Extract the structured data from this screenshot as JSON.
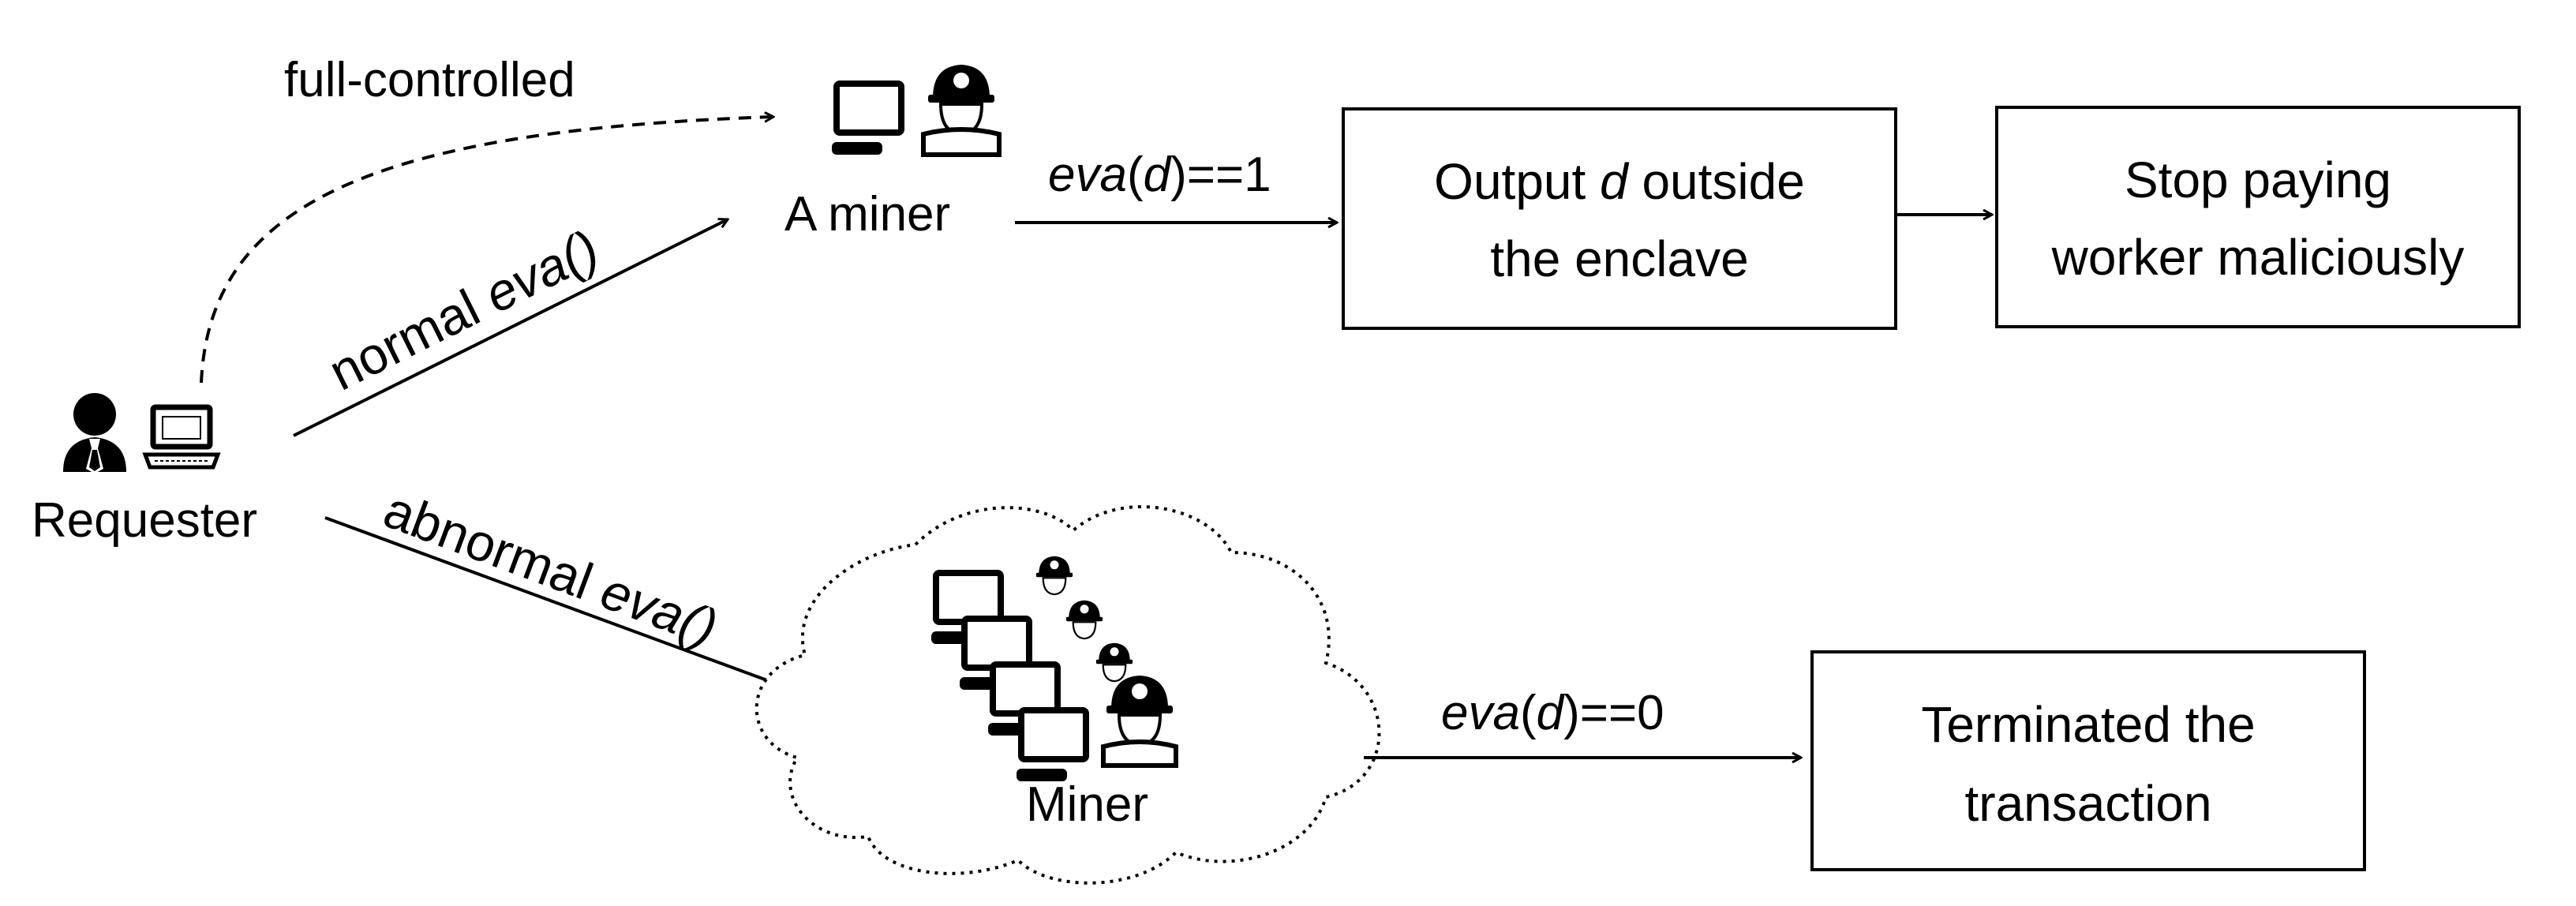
{
  "labels": {
    "full_controlled": "full-controlled",
    "a_miner": "A miner",
    "requester": "Requester",
    "miner": "Miner"
  },
  "edges": {
    "normal": {
      "prefix": "normal ",
      "fn": "eva()"
    },
    "abnormal": {
      "prefix": "abnormal ",
      "fn": "eva()"
    },
    "eva_true": {
      "fn": "eva",
      "open": "(",
      "arg": "d",
      "rest": ")==1"
    },
    "eva_false": {
      "fn": "eva",
      "open": "(",
      "arg": "d",
      "rest": ")==0"
    }
  },
  "boxes": {
    "output": {
      "line1_a": "Output ",
      "line1_var": "d",
      "line1_b": " outside",
      "line2": "the enclave"
    },
    "stop": {
      "line1": "Stop paying",
      "line2": "worker maliciously"
    },
    "terminated": {
      "line1": "Terminated the",
      "line2": "transaction"
    }
  },
  "icons": {
    "requester": [
      "businessman-icon",
      "laptop-icon"
    ],
    "a_miner": [
      "computer-icon",
      "miner-helmet-icon"
    ],
    "miner_group": [
      "computer-icon",
      "miner-helmet-icon"
    ]
  }
}
